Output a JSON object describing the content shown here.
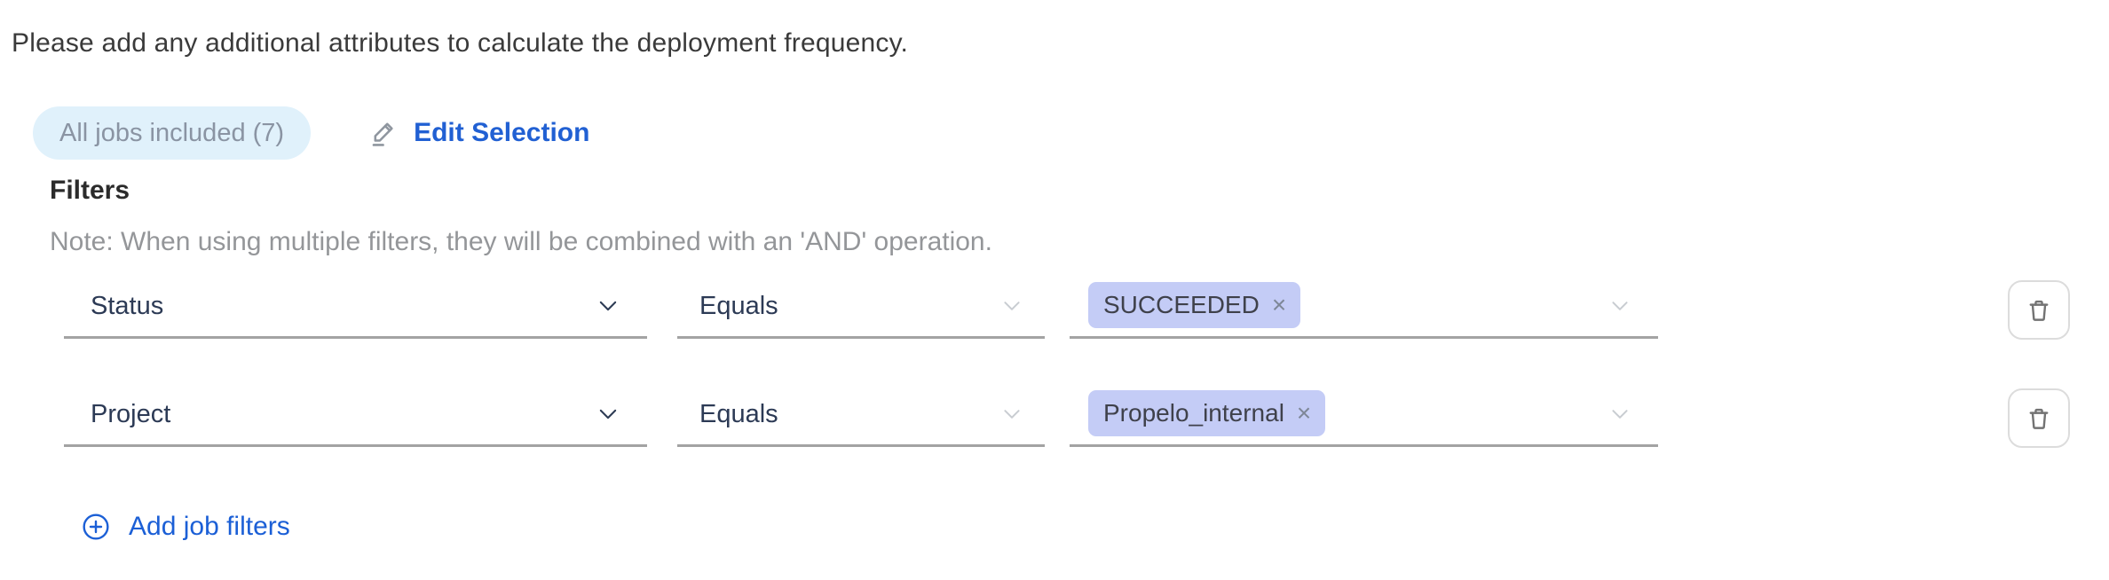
{
  "header": {
    "instruction": "Please add any additional attributes to calculate the deployment frequency."
  },
  "selection": {
    "jobs_pill_label": "All jobs included (7)",
    "edit_button_label": "Edit Selection"
  },
  "filters_section": {
    "title": "Filters",
    "note": "Note: When using multiple filters, they will be combined with an 'AND' operation.",
    "add_button_label": "Add job filters",
    "rows": [
      {
        "field": "Status",
        "operator": "Equals",
        "values": [
          "SUCCEEDED"
        ]
      },
      {
        "field": "Project",
        "operator": "Equals",
        "values": [
          "Propelo_internal"
        ]
      }
    ]
  },
  "glyphs": {
    "tag_close": "×"
  },
  "icons": {
    "edit": "edit-pencil-icon",
    "delete": "trash-icon",
    "add": "plus-circle-icon",
    "field_dropdown": "chevron-down-icon",
    "tag_close": "close-icon"
  },
  "colors": {
    "link_blue": "#2160d3",
    "add_link_blue": "#1b5fd6",
    "pill_background": "#e0f1fb",
    "pill_text": "#8a94a3",
    "tag_background": "#c4ccf6",
    "tag_text": "#3f414b",
    "select_text": "#2c3a55",
    "select_underline": "#a3a3a3",
    "note_text": "#949699",
    "dark_chevron": "#2e3c55",
    "light_chevron": "#c8ccd1",
    "trash_gray": "#737373"
  }
}
